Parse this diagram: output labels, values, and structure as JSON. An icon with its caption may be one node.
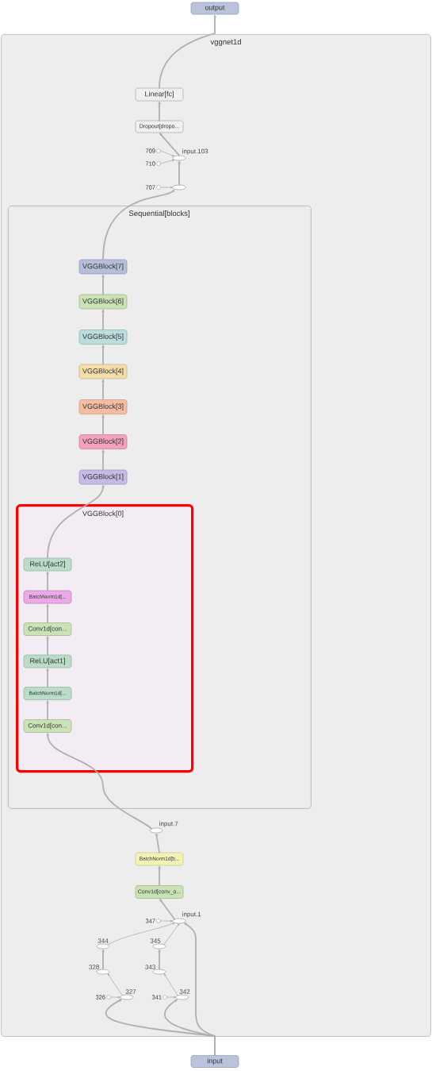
{
  "diagram": {
    "nodes": [
      {
        "text": [
          "output"
        ]
      },
      {
        "text": [
          "vggnet1d"
        ]
      },
      {
        "text": [
          "Linear[fc]"
        ],
        "in": 1
      },
      {
        "text": [
          "Dropout[dropo..."
        ],
        "in": 1
      },
      {
        "text": [
          "input.103"
        ],
        "in": 1
      },
      {
        "text": [
          "709"
        ],
        "in": 1
      },
      {
        "text": [
          "710"
        ],
        "in": 1
      },
      {
        "text": [
          "707"
        ],
        "in": 1
      },
      {
        "text": [],
        "shape": "ellipse",
        "in": 1
      },
      {
        "text": [
          "Sequential[blocks]"
        ],
        "in": 1
      },
      {
        "text": [
          "VGGBlock[7]"
        ],
        "in": 9
      },
      {
        "text": [
          "VGGBlock[6]"
        ],
        "in": 9
      },
      {
        "text": [
          "VGGBlock[5]"
        ],
        "in": 9
      },
      {
        "text": [
          "VGGBlock[4]"
        ],
        "in": 9
      },
      {
        "text": [
          "VGGBlock[3]"
        ],
        "in": 9
      },
      {
        "text": [
          "VGGBlock[2]"
        ],
        "in": 9
      },
      {
        "text": [
          "VGGBlock[1]"
        ],
        "in": 9
      },
      {
        "text": [
          "VGGBlock[0]"
        ],
        "in": 9
      },
      {
        "text": [
          "ReLU[act2]"
        ],
        "in": 17
      },
      {
        "text": [
          "BatchNorm1d[..."
        ],
        "in": 17
      },
      {
        "text": [
          "Conv1d[con..."
        ],
        "in": 17
      },
      {
        "text": [
          "ReLU[act1]"
        ],
        "in": 17
      },
      {
        "text": [
          "BatchNorm1d[..."
        ],
        "in": 17
      },
      {
        "text": [
          "Conv1d[con..."
        ],
        "in": 17
      },
      {
        "text": [
          "input.7"
        ],
        "in": 1
      },
      {
        "text": [
          "BatchNorm1d[b..."
        ],
        "in": 1
      },
      {
        "text": [
          "Conv1d[conv_o..."
        ],
        "in": 1
      },
      {
        "text": [
          "347"
        ],
        "in": 1
      },
      {
        "text": [
          "input.1"
        ],
        "in": 1
      },
      {
        "text": [
          "344"
        ],
        "in": 1
      },
      {
        "text": [
          "345"
        ],
        "in": 1
      },
      {
        "text": [
          "328"
        ],
        "in": 1
      },
      {
        "text": [
          "343"
        ],
        "in": 1
      },
      {
        "text": [
          "326"
        ],
        "in": 1
      },
      {
        "text": [
          "327"
        ],
        "in": 1
      },
      {
        "text": [
          "341"
        ],
        "in": 1
      },
      {
        "text": [
          "342"
        ],
        "in": 1
      },
      {
        "text": [
          "input"
        ]
      }
    ],
    "edges": [
      {
        "from": 37,
        "to": 34,
        "arrow": "to"
      },
      {
        "from": 37,
        "to": 36,
        "arrow": "to"
      },
      {
        "from": 37,
        "to": 28,
        "arrow": "to"
      },
      {
        "from": 33,
        "to": 34,
        "arrow": "to"
      },
      {
        "from": 35,
        "to": 36,
        "arrow": "to"
      },
      {
        "from": 34,
        "to": 31,
        "arrow": "to"
      },
      {
        "from": 31,
        "to": 29,
        "arrow": "to"
      },
      {
        "from": 29,
        "to": 28,
        "arrow": "to"
      },
      {
        "from": 36,
        "to": 32,
        "arrow": "to"
      },
      {
        "from": 32,
        "to": 30,
        "arrow": "to"
      },
      {
        "from": 30,
        "to": 28,
        "arrow": "to"
      },
      {
        "from": 27,
        "to": 28,
        "arrow": "to"
      },
      {
        "from": 28,
        "to": 26,
        "arrow": "to"
      },
      {
        "from": 26,
        "to": 25,
        "arrow": "to"
      },
      {
        "from": 25,
        "to": 24,
        "arrow": "to"
      },
      {
        "from": 24,
        "to": 23,
        "arrow": "to"
      },
      {
        "from": 23,
        "to": 22,
        "arrow": "to"
      },
      {
        "from": 22,
        "to": 21,
        "arrow": "to"
      },
      {
        "from": 21,
        "to": 20,
        "arrow": "to"
      },
      {
        "from": 20,
        "to": 19,
        "arrow": "to"
      },
      {
        "from": 19,
        "to": 18,
        "arrow": "to"
      },
      {
        "from": 18,
        "to": 16,
        "arrow": "to"
      },
      {
        "from": 16,
        "to": 15,
        "arrow": "to"
      },
      {
        "from": 15,
        "to": 14,
        "arrow": "to"
      },
      {
        "from": 14,
        "to": 13,
        "arrow": "to"
      },
      {
        "from": 13,
        "to": 12,
        "arrow": "to"
      },
      {
        "from": 12,
        "to": 11,
        "arrow": "to"
      },
      {
        "from": 11,
        "to": 10,
        "arrow": "to"
      },
      {
        "from": 10,
        "to": 8,
        "arrow": "to"
      },
      {
        "from": 7,
        "to": 8,
        "arrow": "to"
      },
      {
        "from": 8,
        "to": 4,
        "arrow": "to"
      },
      {
        "from": 5,
        "to": 4,
        "arrow": "to"
      },
      {
        "from": 6,
        "to": 4,
        "arrow": "to"
      },
      {
        "from": 4,
        "to": 3,
        "arrow": "to"
      },
      {
        "from": 3,
        "to": 2,
        "arrow": "to"
      },
      {
        "from": 2,
        "to": 0,
        "arrow": "to"
      }
    ]
  }
}
